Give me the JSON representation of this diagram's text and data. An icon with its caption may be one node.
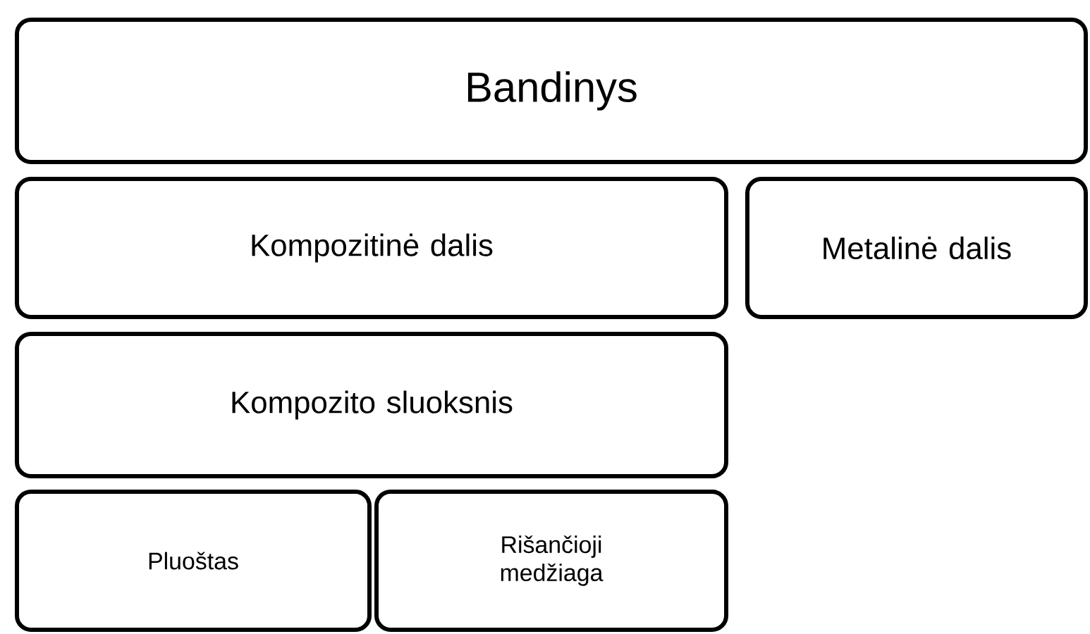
{
  "diagram": {
    "nodes": [
      {
        "text": [
          "Bandinys"
        ]
      },
      {
        "text": [
          "Kompozitinė dalis"
        ]
      },
      {
        "text": [
          "Metalinė dalis"
        ]
      },
      {
        "text": [
          "Kompozito sluoksnis"
        ]
      },
      {
        "text": [
          "Pluoštas"
        ]
      },
      {
        "text": [
          "Rišančioji medžiaga"
        ]
      }
    ]
  }
}
